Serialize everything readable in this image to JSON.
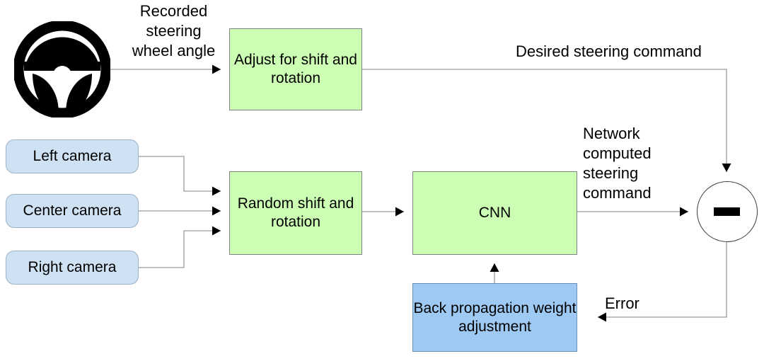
{
  "diagram": {
    "title": "End-to-end steering network training block diagram",
    "colors": {
      "process_green": "#ccffb3",
      "camera_blue": "#cfe2f3",
      "backprop_blue": "#9ec9f2",
      "line": "#999999",
      "text": "#000000"
    },
    "nodes": {
      "steering_wheel": {
        "name": "steering-wheel-icon"
      },
      "adjust_box": {
        "label": "Adjust for shift\nand rotation"
      },
      "random_box": {
        "label": "Random shift\nand rotation"
      },
      "cnn_box": {
        "label": "CNN"
      },
      "backprop_box": {
        "label": "Back propagation\nweight adjustment"
      },
      "sum_node": {
        "label": "−"
      }
    },
    "cameras": [
      {
        "label": "Left camera"
      },
      {
        "label": "Center camera"
      },
      {
        "label": "Right camera"
      }
    ],
    "edge_labels": {
      "recorded": "Recorded\nsteering\nwheel angle",
      "desired": "Desired steering command",
      "network": "Network\ncomputed\nsteering\ncommand",
      "error": "Error"
    }
  }
}
